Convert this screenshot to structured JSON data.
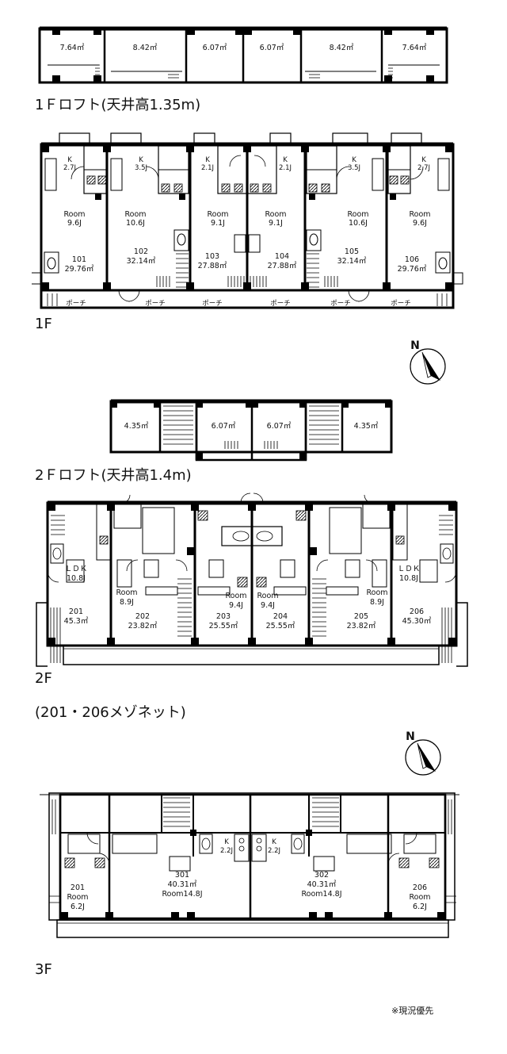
{
  "captions": {
    "loft1": "1Ｆロフト(天井高1.35m)",
    "floor1": "1F",
    "loft2": "2Ｆロフト(天井高1.4m)",
    "floor2": "2F",
    "maisonette": "(201・206メゾネット)",
    "floor3": "3F",
    "note": "※現況優先"
  },
  "compass": {
    "north": "N"
  },
  "loft1": {
    "rooms": [
      "7.64㎡",
      "8.42㎡",
      "6.07㎡",
      "6.07㎡",
      "8.42㎡",
      "7.64㎡"
    ]
  },
  "floor1": {
    "units": [
      {
        "k": "K",
        "k_size": "2.7J",
        "room": "Room",
        "room_size": "9.6J",
        "no": "101",
        "area": "29.76㎡"
      },
      {
        "k": "K",
        "k_size": "3.5J",
        "room": "Room",
        "room_size": "10.6J",
        "no": "102",
        "area": "32.14㎡"
      },
      {
        "k": "K",
        "k_size": "2.1J",
        "room": "Room",
        "room_size": "9.1J",
        "no": "103",
        "area": "27.88㎡"
      },
      {
        "k": "K",
        "k_size": "2.1J",
        "room": "Room",
        "room_size": "9.1J",
        "no": "104",
        "area": "27.88㎡"
      },
      {
        "k": "K",
        "k_size": "3.5J",
        "room": "Room",
        "room_size": "10.6J",
        "no": "105",
        "area": "32.14㎡"
      },
      {
        "k": "K",
        "k_size": "2.7J",
        "room": "Room",
        "room_size": "9.6J",
        "no": "106",
        "area": "29.76㎡"
      }
    ],
    "porch": "ポーチ"
  },
  "loft2": {
    "rooms": [
      "4.35㎡",
      "6.07㎡",
      "6.07㎡",
      "4.35㎡"
    ]
  },
  "floor2": {
    "units": [
      {
        "ldk": "ＬＤＫ",
        "ldk_size": "10.8J",
        "room": "",
        "room_size": "",
        "no": "201",
        "area": "45.3㎡"
      },
      {
        "ldk": "",
        "ldk_size": "",
        "room": "Room",
        "room_size": "8.9J",
        "no": "202",
        "area": "23.82㎡"
      },
      {
        "ldk": "",
        "ldk_size": "",
        "room": "Room",
        "room_size": "9.4J",
        "no": "203",
        "area": "25.55㎡"
      },
      {
        "ldk": "",
        "ldk_size": "",
        "room": "Room",
        "room_size": "9.4J",
        "no": "204",
        "area": "25.55㎡"
      },
      {
        "ldk": "",
        "ldk_size": "",
        "room": "Room",
        "room_size": "8.9J",
        "no": "205",
        "area": "23.82㎡"
      },
      {
        "ldk": "ＬＤＫ",
        "ldk_size": "10.8J",
        "room": "",
        "room_size": "",
        "no": "206",
        "area": "45.30㎡"
      }
    ]
  },
  "floor3": {
    "u201": {
      "no": "201",
      "room": "Room",
      "size": "6.2J"
    },
    "u301": {
      "k": "K",
      "k_size": "2.2J",
      "no": "301",
      "area": "40.31㎡",
      "room": "Room14.8J"
    },
    "u302": {
      "k": "K",
      "k_size": "2.2J",
      "no": "302",
      "area": "40.31㎡",
      "room": "Room14.8J"
    },
    "u206": {
      "no": "206",
      "room": "Room",
      "size": "6.2J"
    }
  }
}
